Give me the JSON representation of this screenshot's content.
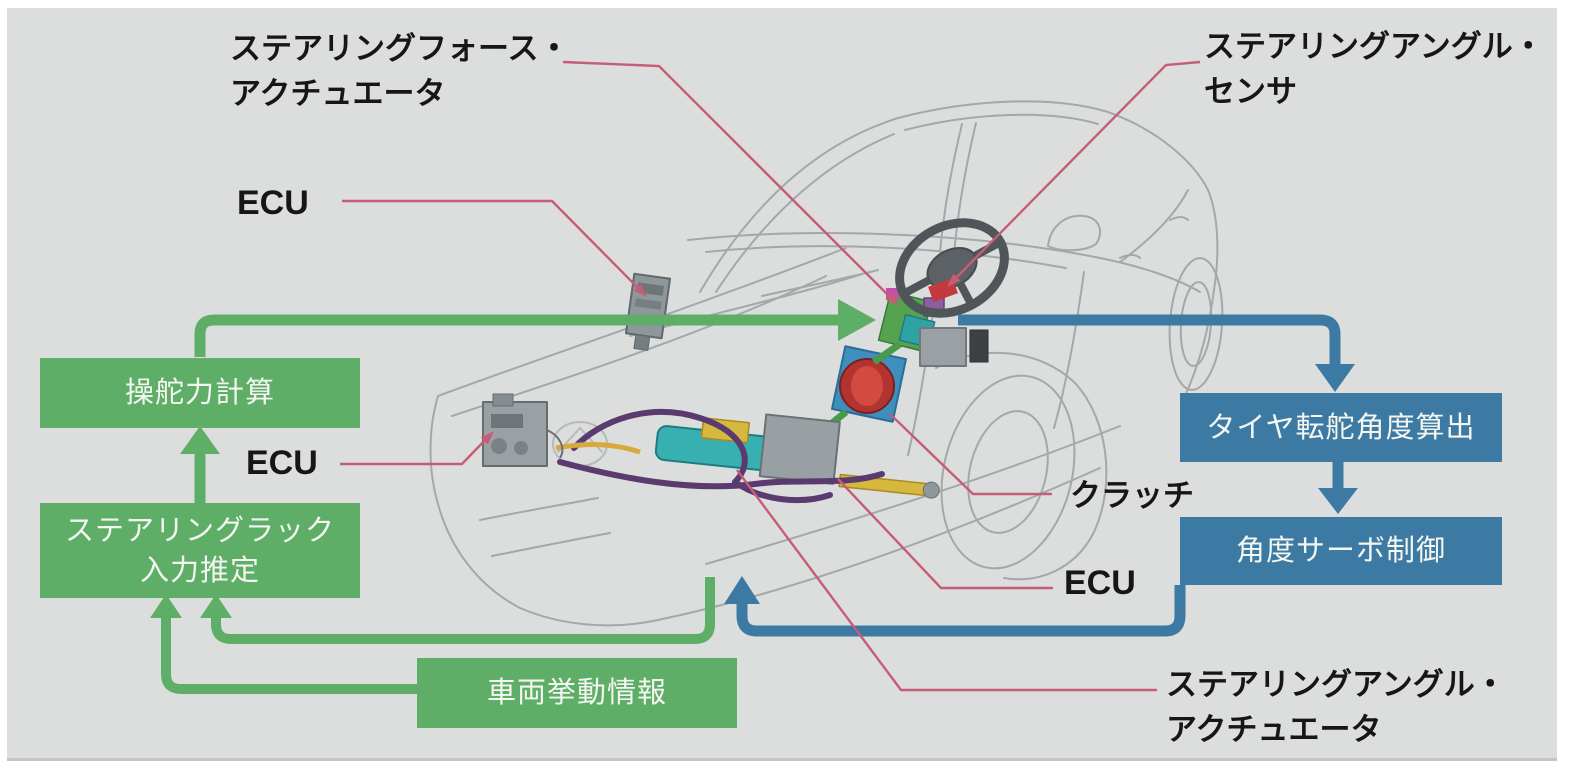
{
  "diagram": {
    "description": "steer-by-wire system diagram over a sedan line illustration",
    "colors": {
      "panel_background": "#dcdedd",
      "green_accent": "#5fae68",
      "blue_accent": "#3c7aa3",
      "callout_line": "#c65d76",
      "label_text": "#161616",
      "box_text": "#f3f6f1",
      "car_outline": "#a3a8ab"
    },
    "labels": {
      "steering_force_actuator": {
        "line1": "ステアリングフォース・",
        "line2": "アクチュエータ"
      },
      "steering_angle_sensor": {
        "line1": "ステアリングアングル・",
        "line2": "センサ"
      },
      "ecu_top": "ECU",
      "ecu_mid": "ECU",
      "clutch": "クラッチ",
      "ecu_right": "ECU",
      "steering_angle_actuator": {
        "line1": "ステアリングアングル・",
        "line2": "アクチュエータ"
      }
    },
    "process_boxes": {
      "steering_force_calc": {
        "label": "操舵力計算",
        "color": "#5fae68"
      },
      "rack_input_estimation": {
        "line1": "ステアリングラック",
        "line2": "入力推定",
        "color": "#5fae68"
      },
      "vehicle_behavior_info": {
        "label": "車両挙動情報",
        "color": "#5fae68"
      },
      "tire_steer_angle_calc": {
        "label": "タイヤ転舵角度算出",
        "color": "#3c7aa3"
      },
      "angle_servo_control": {
        "label": "角度サーボ制御",
        "color": "#3c7aa3"
      }
    }
  }
}
